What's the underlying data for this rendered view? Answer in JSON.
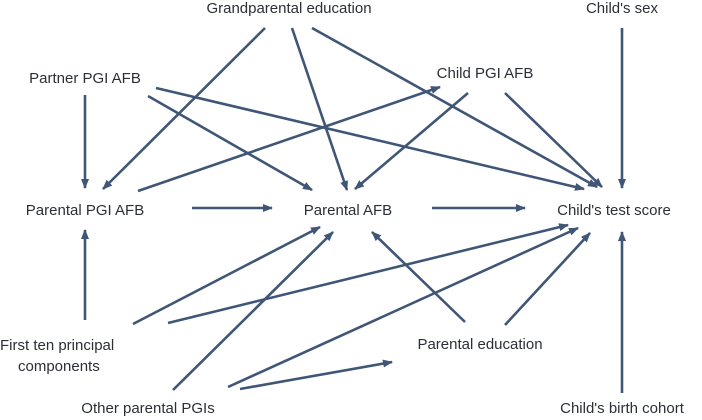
{
  "diagram": {
    "edge_color": "#3f5677",
    "nodes": {
      "grandparental_education": "Grandparental education",
      "childs_sex": "Child's sex",
      "partner_pgi_afb": "Partner PGI AFB",
      "child_pgi_afb": "Child PGI AFB",
      "parental_pgi_afb": "Parental PGI AFB",
      "parental_afb": "Parental AFB",
      "childs_test_score": "Child's test score",
      "first_ten_pcs_line1": "First ten principal",
      "first_ten_pcs_line2": "components",
      "parental_education": "Parental education",
      "other_parental_pgis": "Other parental PGIs",
      "childs_birth_cohort": "Child's birth cohort"
    },
    "edges": [
      {
        "from": "Grandparental education",
        "to": "Parental PGI AFB"
      },
      {
        "from": "Grandparental education",
        "to": "Parental AFB"
      },
      {
        "from": "Grandparental education",
        "to": "Child's test score"
      },
      {
        "from": "Child's sex",
        "to": "Child's test score"
      },
      {
        "from": "Partner PGI AFB",
        "to": "Parental PGI AFB"
      },
      {
        "from": "Partner PGI AFB",
        "to": "Parental AFB"
      },
      {
        "from": "Partner PGI AFB",
        "to": "Child's test score"
      },
      {
        "from": "Child PGI AFB",
        "to": "Parental AFB"
      },
      {
        "from": "Child PGI AFB",
        "to": "Child's test score"
      },
      {
        "from": "Parental PGI AFB",
        "to": "Child PGI AFB"
      },
      {
        "from": "Parental PGI AFB",
        "to": "Parental AFB"
      },
      {
        "from": "Parental AFB",
        "to": "Child's test score"
      },
      {
        "from": "First ten principal components",
        "to": "Parental PGI AFB"
      },
      {
        "from": "First ten principal components",
        "to": "Parental AFB"
      },
      {
        "from": "First ten principal components",
        "to": "Child's test score"
      },
      {
        "from": "Parental education",
        "to": "Parental AFB"
      },
      {
        "from": "Parental education",
        "to": "Child's test score"
      },
      {
        "from": "Other parental PGIs",
        "to": "Parental AFB"
      },
      {
        "from": "Other parental PGIs",
        "to": "Child's test score"
      },
      {
        "from": "Other parental PGIs",
        "to": "Parental education"
      },
      {
        "from": "Child's birth cohort",
        "to": "Child's test score"
      }
    ]
  }
}
